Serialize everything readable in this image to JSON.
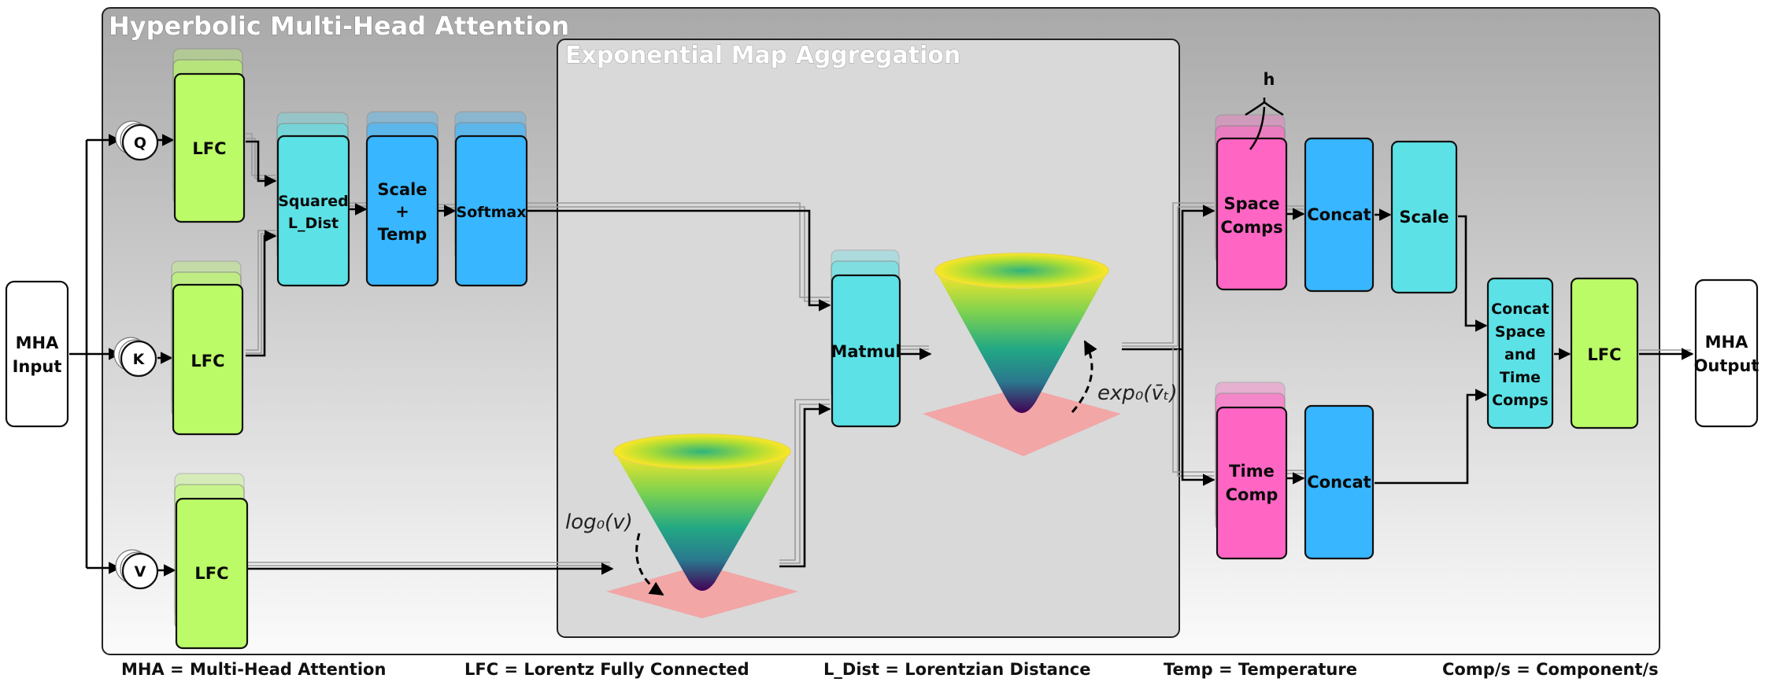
{
  "titles": {
    "main": "Hyperbolic Multi-Head Attention",
    "sub": "Exponential Map Aggregation"
  },
  "io": {
    "input": [
      "MHA",
      "Input"
    ],
    "output": [
      "MHA",
      "Output"
    ]
  },
  "nodes": {
    "q": "Q",
    "k": "K",
    "v": "V",
    "lfc": "LFC",
    "squared_l_dist": [
      "Squared",
      "L_Dist"
    ],
    "scale_temp": [
      "Scale",
      "+",
      "Temp"
    ],
    "softmax": "Softmax",
    "matmul": "Matmul",
    "space_comps": [
      "Space",
      "Comps"
    ],
    "time_comp": [
      "Time",
      "Comp"
    ],
    "concat": "Concat",
    "scale": "Scale",
    "concat_space_time": [
      "Concat",
      "Space",
      "and",
      "Time",
      "Comps"
    ],
    "heads_label": "h"
  },
  "math": {
    "log_map": "log₀(v)",
    "exp_map": "exp₀(v̄ₜ)"
  },
  "legend": [
    "MHA = Multi-Head Attention",
    "LFC = Lorentz Fully Connected",
    "L_Dist = Lorentzian Distance",
    "Temp = Temperature",
    "Comp/s = Component/s"
  ],
  "colors": {
    "lfc_green": "#bbfb67",
    "cyan": "#5ce1e6",
    "blue": "#38b6ff",
    "pink": "#ff66c4",
    "plane_red": "#f4a0a0"
  }
}
